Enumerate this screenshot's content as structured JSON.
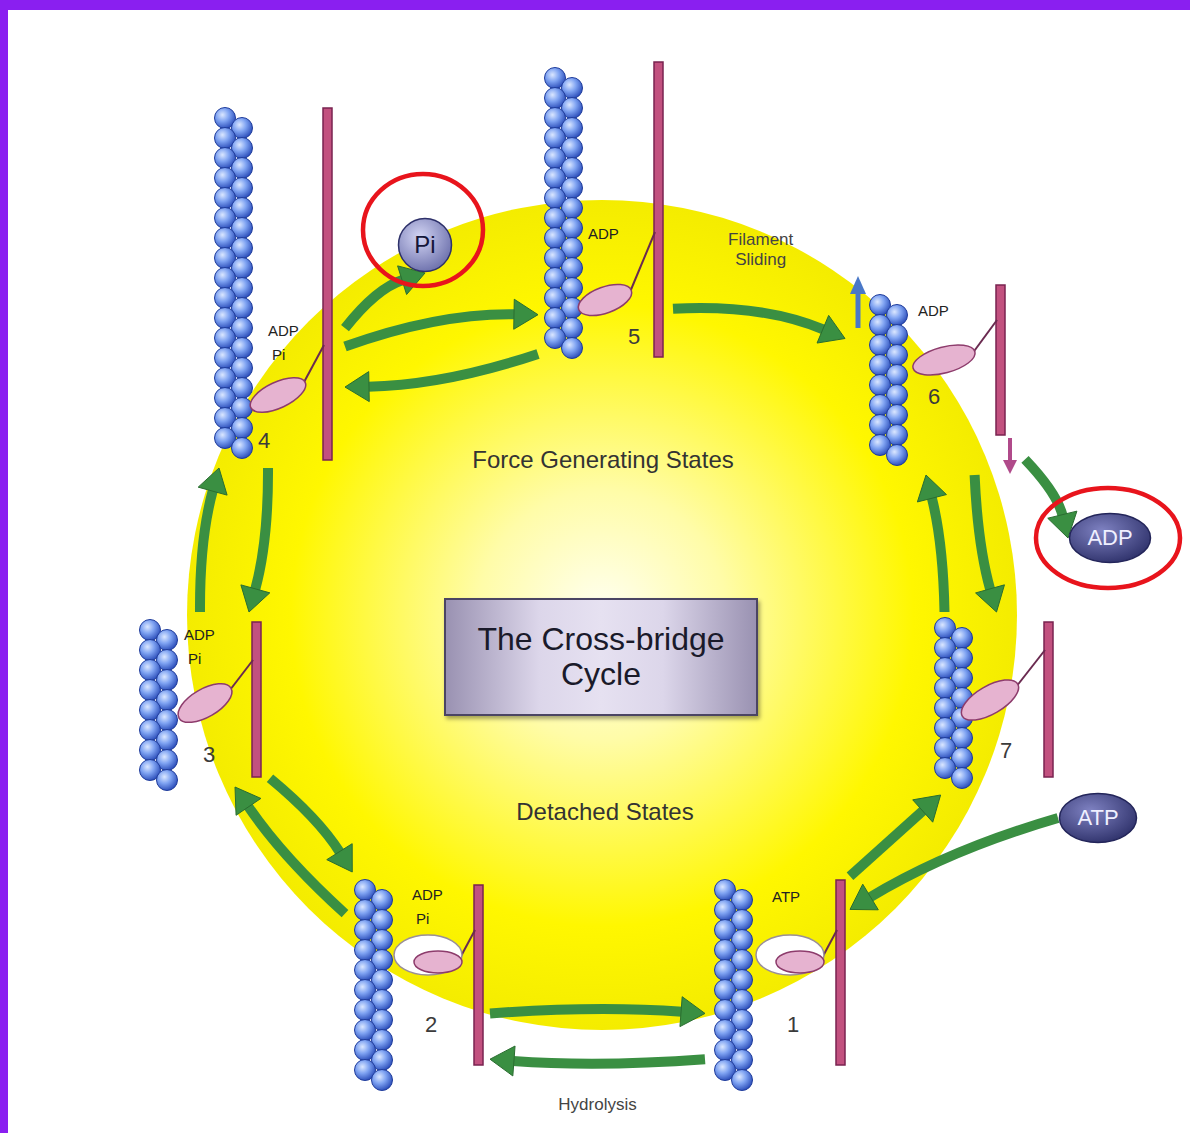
{
  "diagram": {
    "nodes": [
      {
        "text": [
          "Pi"
        ]
      },
      {
        "text": [
          "ADP",
          "5"
        ]
      },
      {
        "text": [
          "ADP",
          "Pi",
          "4"
        ]
      },
      {
        "text": [
          "ADP",
          "6"
        ]
      },
      {
        "text": [
          "ADP"
        ]
      },
      {
        "text": [
          "The Cross-bridge Cycle"
        ]
      },
      {
        "text": [
          "ADP",
          "Pi",
          "3"
        ]
      },
      {
        "text": [
          "7"
        ]
      },
      {
        "text": [
          "ATP"
        ]
      },
      {
        "text": [
          "ADP",
          "Pi",
          "2"
        ]
      },
      {
        "text": [
          "ATP",
          "1"
        ]
      }
    ],
    "edges": [
      {
        "from": 2,
        "to": 0,
        "arrow": "to"
      },
      {
        "from": 2,
        "to": 1,
        "arrow": "to"
      },
      {
        "from": 1,
        "to": 2,
        "arrow": "to"
      },
      {
        "from": 1,
        "to": 3,
        "label": "Filament Sliding",
        "arrow": "to"
      },
      {
        "from": 3,
        "to": 4,
        "arrow": "to"
      },
      {
        "from": 3,
        "to": 7,
        "arrow": "to"
      },
      {
        "from": 7,
        "to": 3,
        "arrow": "to"
      },
      {
        "from": 8,
        "to": 10,
        "arrow": "to"
      },
      {
        "from": 10,
        "to": 7,
        "arrow": "to"
      },
      {
        "from": 10,
        "to": 9,
        "label": "Hydrolysis",
        "arrow": "to"
      },
      {
        "from": 9,
        "to": 10,
        "arrow": "to"
      },
      {
        "from": 9,
        "to": 6,
        "arrow": "to"
      },
      {
        "from": 6,
        "to": 9,
        "arrow": "to"
      },
      {
        "from": 6,
        "to": 2,
        "arrow": "to"
      },
      {
        "from": 2,
        "to": 6,
        "arrow": "to"
      }
    ],
    "labels": [
      "Force Generating States",
      "Detached States"
    ]
  }
}
